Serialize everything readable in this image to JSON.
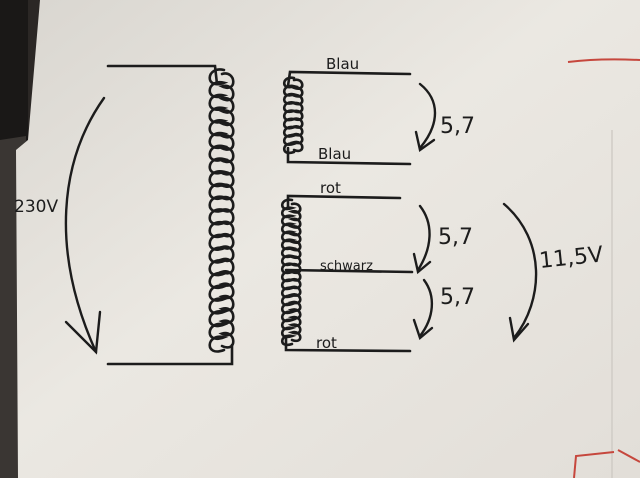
{
  "diagram": {
    "primary": {
      "voltage_label": "230V"
    },
    "secondary_upper": {
      "top_wire_label": "Blau",
      "bottom_wire_label": "Blau",
      "voltage_label": "5,7"
    },
    "secondary_lower": {
      "top_wire_label": "rot",
      "center_tap_label": "schwarz",
      "bottom_wire_label": "rot",
      "upper_half_voltage_label": "5,7",
      "lower_half_voltage_label": "5,7",
      "total_voltage_label": "11,5V"
    }
  },
  "colors": {
    "ink": "#1c1c1c",
    "paper": "#ebe8e2",
    "red_marker": "#c6473d"
  }
}
